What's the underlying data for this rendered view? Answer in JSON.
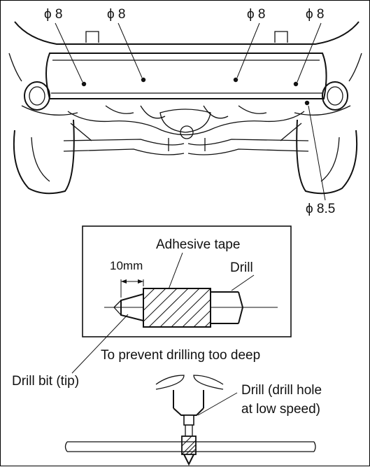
{
  "car_view": {
    "hole_labels": [
      "ϕ 8",
      "ϕ 8",
      "ϕ 8",
      "ϕ 8"
    ],
    "hole_label_right": "ϕ 8.5"
  },
  "drill_detail": {
    "adhesive_tape": "Adhesive tape",
    "tip_length": "10mm",
    "drill": "Drill"
  },
  "notes": {
    "prevent_deep": "To prevent drilling too deep",
    "drill_bit_tip": "Drill bit (tip)",
    "drill_low_speed_line1": "Drill (drill hole",
    "drill_low_speed_line2": "at low speed)"
  }
}
